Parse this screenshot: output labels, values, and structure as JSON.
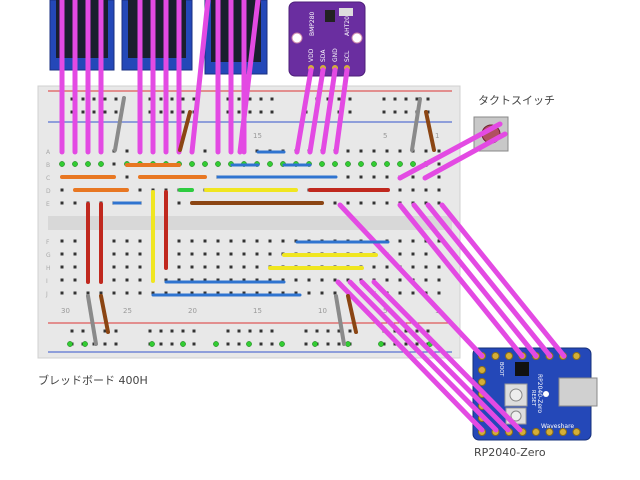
{
  "labels": {
    "breadboard": "ブレッドボード 400H",
    "tact_switch": "タクトスイッチ",
    "mcu": "RP2040-Zero",
    "sensor_name": "BMP280",
    "sensor_name2": "AHT20",
    "pin_vdd": "VDD",
    "pin_sda": "SDA",
    "pin_gnd": "GND",
    "pin_scl": "SCL",
    "mcu_text": "RP2040-Zero",
    "mcu_brand": "Waveshare",
    "mcu_boot": "BOOT",
    "mcu_reset": "RESET"
  },
  "breadboard": {
    "row_letters_top": [
      "A",
      "B",
      "C",
      "D",
      "E"
    ],
    "row_letters_bottom": [
      "F",
      "G",
      "H",
      "I",
      "J"
    ],
    "column_numbers": [
      "30",
      "25",
      "20",
      "15",
      "10",
      "5",
      "1"
    ]
  },
  "colors": {
    "wire_magenta": "#e34ae3",
    "wire_red": "#c0281e",
    "wire_blue": "#2f74d0",
    "wire_yellow": "#f0e620",
    "wire_green": "#2ecc40",
    "wire_orange": "#e87722",
    "wire_brown": "#8b4513",
    "wire_gray": "#8a8a8a",
    "board_purple": "#6a2ea0",
    "mcu_blue": "#2448b8",
    "breadboard": "#e8e8e8",
    "rail_red": "#d33",
    "rail_blue": "#35c"
  }
}
